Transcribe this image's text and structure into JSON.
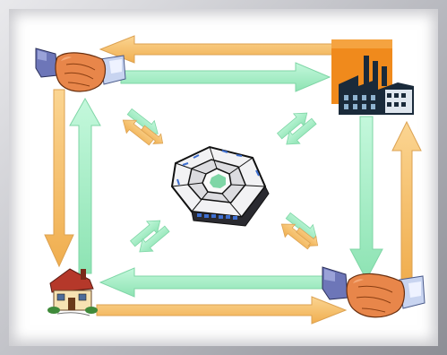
{
  "colors": {
    "orange_arrow": "#f5bf69",
    "green_arrow": "#a8f0c8",
    "arrow_outline": "#d89a40",
    "green_outline": "#6fcf9c",
    "factory_orange": "#f08a1c",
    "factory_dark": "#1a2a3a",
    "building_gray": "#e8e8ea",
    "skin": "#e8864a",
    "sleeve_blue": "#6d76b8",
    "sleeve_white": "#c8d4f0"
  },
  "nodes": [
    {
      "id": "handshake-top-left",
      "icon": "handshake-icon"
    },
    {
      "id": "factory",
      "icon": "factory-icon"
    },
    {
      "id": "house",
      "icon": "house-icon"
    },
    {
      "id": "handshake-bottom-right",
      "icon": "handshake-icon"
    },
    {
      "id": "government-building",
      "icon": "pentagon-building-icon"
    }
  ]
}
